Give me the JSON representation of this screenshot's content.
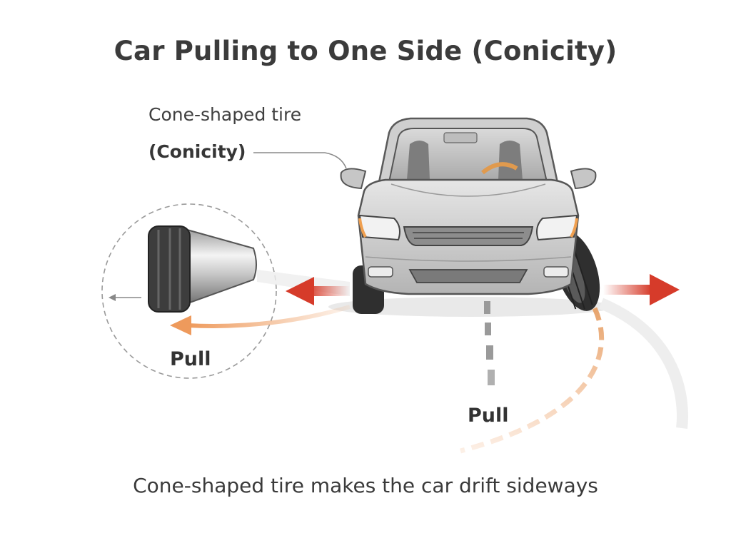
{
  "title": "Car Pulling to One Side (Conicity)",
  "callout": {
    "line1": "Cone-shaped tire",
    "line2": "(Conicity)"
  },
  "labels": {
    "pull_left": "Pull",
    "pull_right": "Pull"
  },
  "caption": "Cone-shaped tire makes the car drift sideways",
  "colors": {
    "arrow_red": "#d63b2a",
    "arrow_orange": "#ee9a5c",
    "car_body": "#c9c9c9",
    "tire": "#3a3a3a"
  },
  "icons": {
    "car": "car-front-view",
    "cone_tire": "conical-tire",
    "drift_path": "dashed-curve"
  }
}
